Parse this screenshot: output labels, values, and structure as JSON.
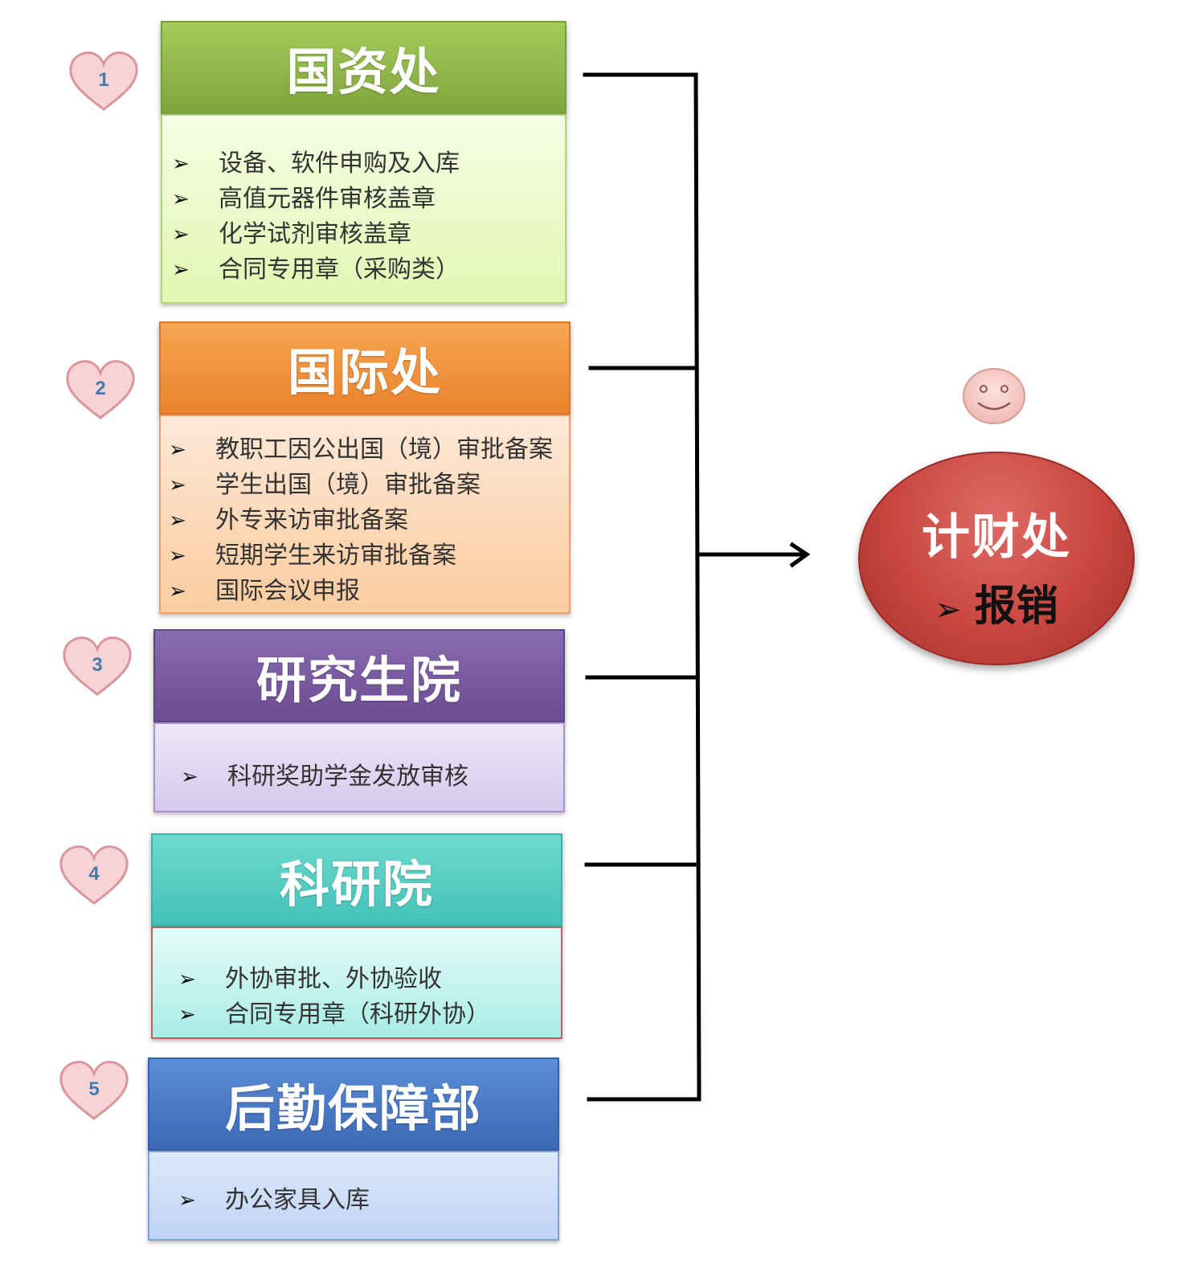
{
  "departments": [
    {
      "number": "1",
      "title": "国资处",
      "items": [
        "设备、软件申购及入库",
        "高值元器件审核盖章",
        "化学试剂审核盖章",
        "合同专用章（采购类）"
      ]
    },
    {
      "number": "2",
      "title": "国际处",
      "items": [
        "教职工因公出国（境）审批备案",
        "学生出国（境）审批备案",
        "外专来访审批备案",
        "短期学生来访审批备案",
        "国际会议申报"
      ]
    },
    {
      "number": "3",
      "title": "研究生院",
      "items": [
        "科研奖助学金发放审核"
      ]
    },
    {
      "number": "4",
      "title": "科研院",
      "items": [
        "外协审批、外协验收",
        "合同专用章（科研外协）"
      ]
    },
    {
      "number": "5",
      "title": "后勤保障部",
      "items": [
        "办公家具入库"
      ]
    }
  ],
  "target": {
    "title": "计财处",
    "item": "报销"
  },
  "bullet_symbol": "➢",
  "colors": {
    "dept1": "#8fb84a",
    "dept2": "#f0953f",
    "dept3": "#7a5ca3",
    "dept4": "#55cfc3",
    "dept5": "#4a7cc8",
    "target": "#c84640",
    "heart": "#f6d3d6"
  },
  "icons": {
    "number_marker": "heart-icon",
    "face": "smiley-icon",
    "flow": "arrow-right-icon"
  }
}
